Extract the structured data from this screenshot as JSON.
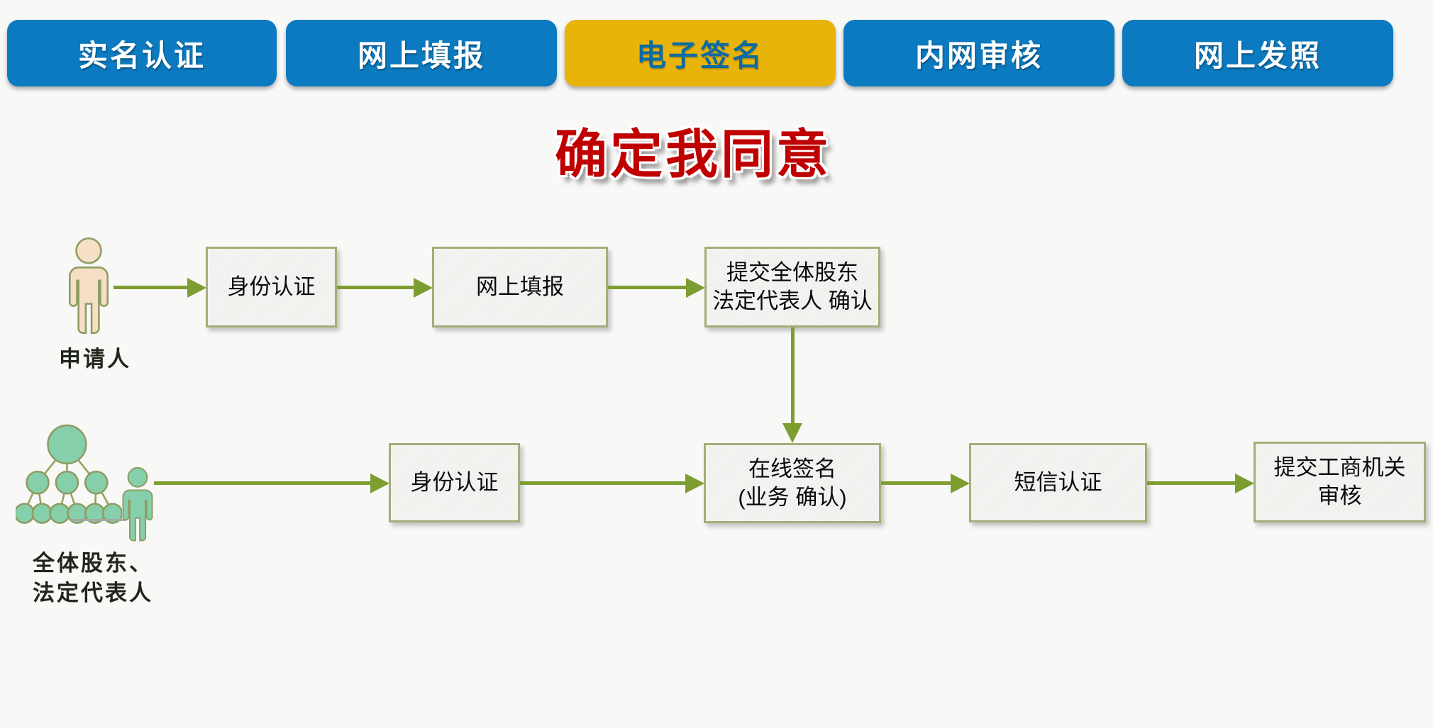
{
  "page": {
    "background": "#f8f8f7"
  },
  "tabs": {
    "items": [
      {
        "label": "实名认证",
        "active": false
      },
      {
        "label": "网上填报",
        "active": false
      },
      {
        "label": "电子签名",
        "active": true
      },
      {
        "label": "内网审核",
        "active": false
      },
      {
        "label": "网上发照",
        "active": false
      }
    ],
    "colors": {
      "inactive_bg": "#0b7ac0",
      "inactive_text": "#ffffff",
      "active_bg": "#e9b40a",
      "active_text": "#0d6ba3"
    }
  },
  "title": {
    "text": "确定我同意",
    "color": "#c00000"
  },
  "flow": {
    "colors": {
      "arrow": "#7d9d30",
      "box_border": "#a3ae78",
      "box_fill": "#f1f1ef",
      "applicant_icon": "#f6dfc4",
      "shareholders_icon": "#85d0ab"
    },
    "row1": {
      "actor": {
        "label": "申请人",
        "icon": "person-icon"
      },
      "steps": [
        {
          "lines": [
            "身份认证"
          ]
        },
        {
          "lines": [
            "网上填报"
          ]
        },
        {
          "lines": [
            "提交全体股东",
            "法定代表人 确认"
          ]
        }
      ]
    },
    "row2": {
      "actor": {
        "label": "全体股东、\n法定代表人",
        "icon": "org-group-icon"
      },
      "steps": [
        {
          "lines": [
            "身份认证"
          ]
        },
        {
          "lines": [
            "在线签名",
            "(业务 确认)"
          ]
        },
        {
          "lines": [
            "短信认证"
          ]
        },
        {
          "lines": [
            "提交工商机关",
            "审核"
          ]
        }
      ]
    }
  }
}
